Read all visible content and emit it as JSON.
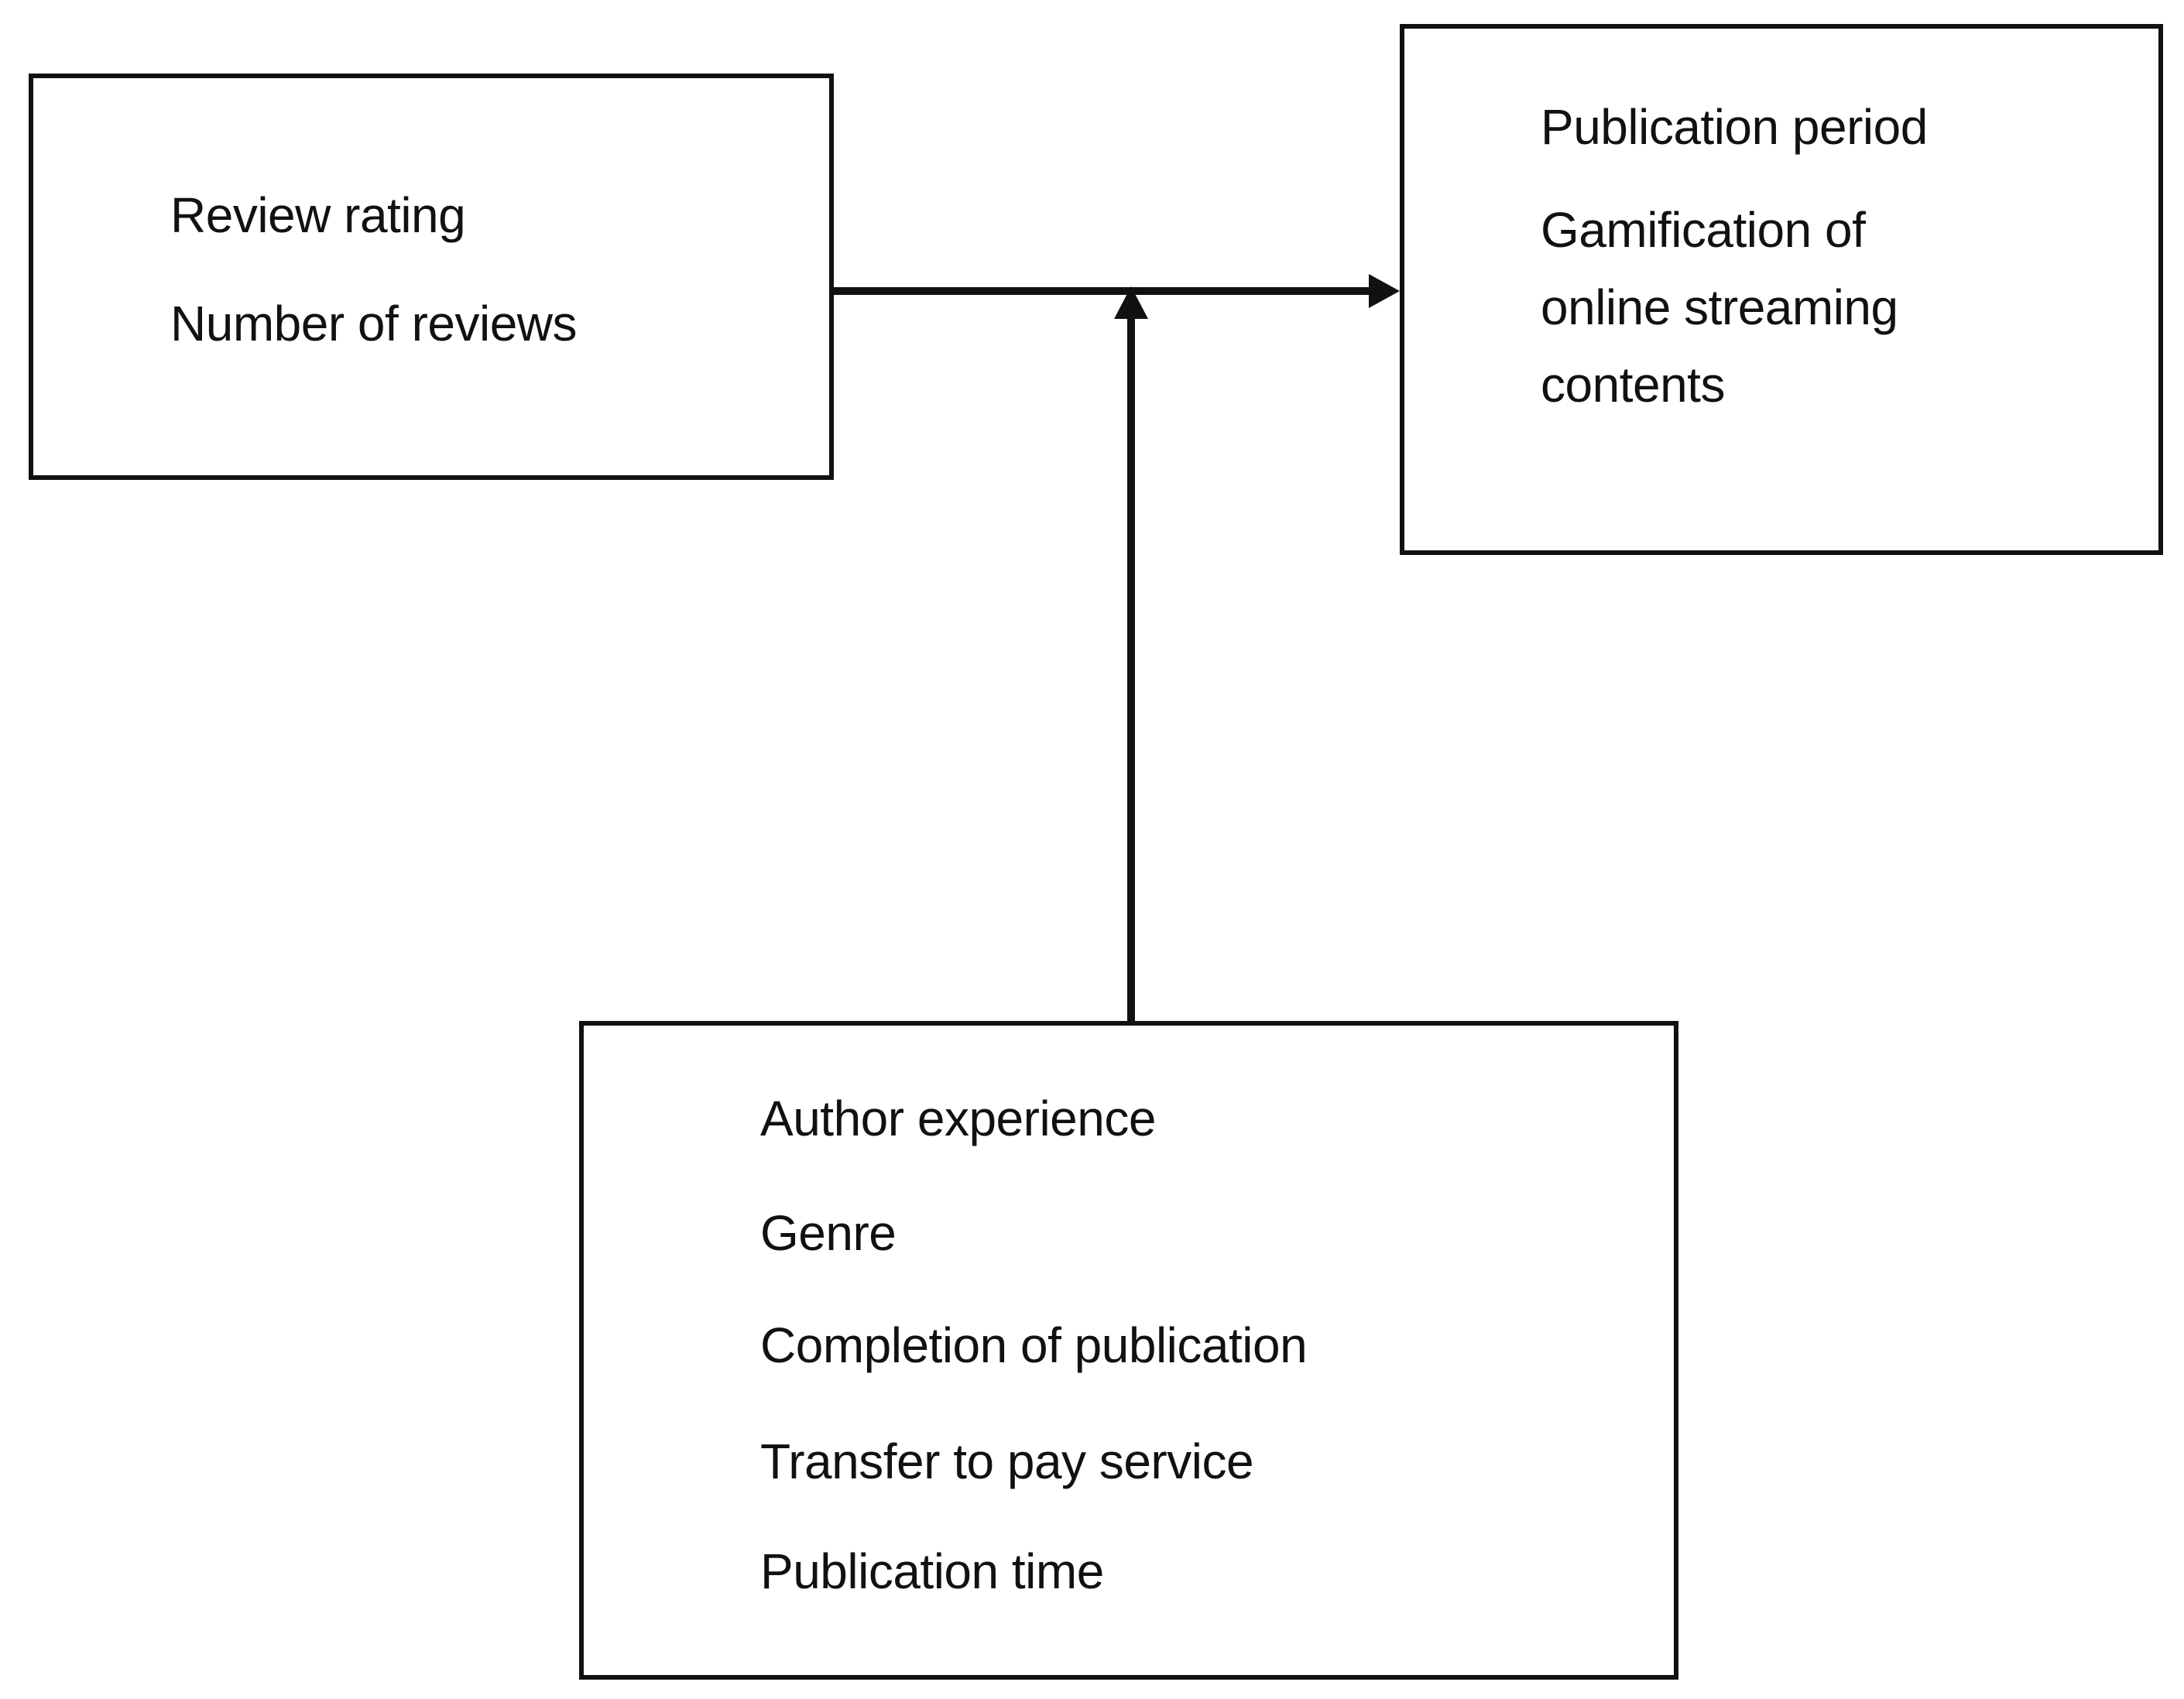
{
  "diagram": {
    "independent_variables": {
      "items": [
        "Review rating",
        "Number of reviews"
      ]
    },
    "dependent_variables": {
      "items": [
        "Publication period",
        "Gamification of online streaming contents"
      ]
    },
    "control_variables": {
      "items": [
        "Author experience",
        "Genre",
        "Completion of publication",
        "Transfer to pay service",
        "Publication time"
      ]
    },
    "edges": [
      {
        "from": "independent_variables",
        "to": "dependent_variables",
        "type": "arrow"
      },
      {
        "from": "control_variables",
        "to": "independent_variables->dependent_variables",
        "type": "moderating-arrow"
      }
    ],
    "colors": {
      "line": "#111111",
      "background": "#ffffff"
    }
  }
}
